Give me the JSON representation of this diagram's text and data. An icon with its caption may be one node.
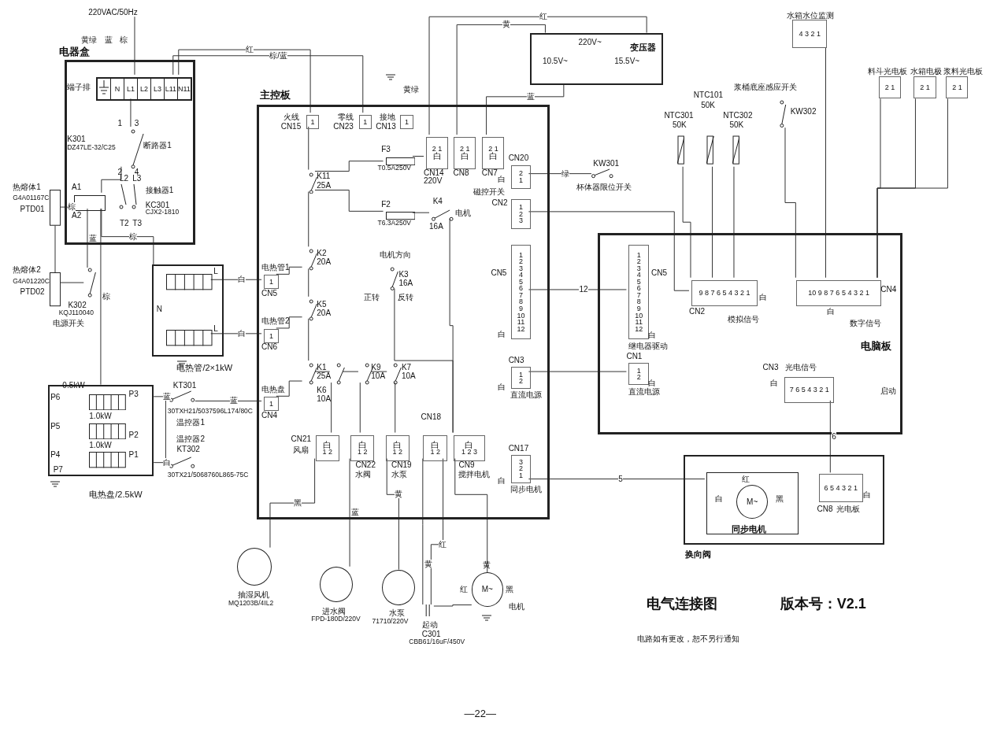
{
  "diagram": {
    "title": "电气连接图",
    "caption": "电路如有更改，恕不另行通知",
    "nodes": [
      {
        "text": [
          "电器盒"
        ]
      },
      {
        "text": [
          "N",
          "L1",
          "L2",
          "L3",
          "L11",
          "N11"
        ],
        "beside": [
          "端子排"
        ],
        "in": 0
      },
      {
        "text": [],
        "shape": "switch",
        "beside": [
          "K301",
          "DZ47LE-32/C25",
          "断路器1"
        ],
        "in": 0
      },
      {
        "text": [],
        "shape": "box",
        "beside": [
          "KC301",
          "CJX2-1810",
          "接触器1"
        ],
        "in": 0
      },
      {
        "text": [],
        "shape": "fuse",
        "beside": [
          "热熔体1",
          "G4A01167C",
          "PTD01"
        ]
      },
      {
        "text": [],
        "shape": "fuse",
        "beside": [
          "热熔体2",
          "G4A01220C",
          "PTD02"
        ]
      },
      {
        "text": [],
        "shape": "switch",
        "beside": [
          "K302",
          "KQJ110040",
          "电源开关"
        ]
      },
      {
        "text": [],
        "shape": "box",
        "beside": [
          "电热管/2×1kW"
        ]
      },
      {
        "text": [],
        "shape": "bar",
        "in": 7
      },
      {
        "text": [],
        "shape": "bar",
        "in": 7
      },
      {
        "text": [],
        "shape": "box",
        "beside": [
          "电热盘/2.5kW"
        ]
      },
      {
        "text": [],
        "shape": "bar",
        "in": 10
      },
      {
        "text": [],
        "shape": "bar",
        "in": 10
      },
      {
        "text": [],
        "shape": "bar",
        "in": 10
      },
      {
        "text": [],
        "shape": "switch",
        "beside": [
          "KT301",
          "30TXH21/5037596L174/80C",
          "温控器1"
        ]
      },
      {
        "text": [],
        "shape": "switch",
        "beside": [
          "温控器2",
          "KT302",
          "30TX21/5068760L865-75C"
        ]
      },
      {
        "text": [
          "主控板"
        ]
      },
      {
        "text": [
          "1"
        ],
        "beside": [
          "火线",
          "CN15"
        ],
        "in": 16
      },
      {
        "text": [
          "1"
        ],
        "beside": [
          "零线",
          "CN23"
        ],
        "in": 16
      },
      {
        "text": [
          "1"
        ],
        "beside": [
          "接地",
          "CN13"
        ],
        "in": 16
      },
      {
        "text": [
          "2 1",
          "白"
        ],
        "beside": [
          "CN14",
          "220V"
        ],
        "in": 16
      },
      {
        "text": [
          "2 1",
          "白"
        ],
        "beside": [
          "CN8"
        ],
        "in": 16
      },
      {
        "text": [
          "2 1",
          "白"
        ],
        "beside": [
          "CN7"
        ],
        "in": 16
      },
      {
        "text": [
          "2",
          "1"
        ],
        "beside": [
          "CN20",
          "白",
          "磁控开关"
        ],
        "in": 16
      },
      {
        "text": [
          "1",
          "2",
          "3"
        ],
        "beside": [
          "CN2"
        ],
        "in": 16
      },
      {
        "text": [
          "1",
          "2",
          "3",
          "4",
          "5",
          "6",
          "7",
          "8",
          "9",
          "10",
          "11",
          "12"
        ],
        "beside": [
          "CN5",
          "白"
        ],
        "in": 16
      },
      {
        "text": [
          "1",
          "2"
        ],
        "beside": [
          "CN3",
          "白",
          "直流电源"
        ],
        "in": 16
      },
      {
        "text": [
          "3",
          "2",
          "1"
        ],
        "beside": [
          "CN17",
          "白",
          "同步电机"
        ],
        "in": 16
      },
      {
        "text": [],
        "shape": "fuse",
        "beside": [
          "F3",
          "T0.5A250V"
        ],
        "in": 16
      },
      {
        "text": [],
        "shape": "fuse",
        "beside": [
          "F2",
          "T6.3A250V"
        ],
        "in": 16
      },
      {
        "text": [],
        "shape": "switch",
        "beside": [
          "K11",
          "25A"
        ],
        "in": 16
      },
      {
        "text": [],
        "shape": "switch",
        "beside": [
          "K2",
          "20A"
        ],
        "in": 16
      },
      {
        "text": [],
        "shape": "switch",
        "beside": [
          "K5",
          "20A"
        ],
        "in": 16
      },
      {
        "text": [],
        "shape": "switch",
        "beside": [
          "K1",
          "25A"
        ],
        "in": 16
      },
      {
        "text": [],
        "shape": "switch",
        "beside": [
          "K6",
          "10A"
        ],
        "in": 16
      },
      {
        "text": [],
        "shape": "switch",
        "beside": [
          "K9",
          "10A"
        ],
        "in": 16
      },
      {
        "text": [],
        "shape": "switch",
        "beside": [
          "K7",
          "10A"
        ],
        "in": 16
      },
      {
        "text": [],
        "shape": "switch",
        "beside": [
          "K4",
          "16A",
          "电机"
        ],
        "in": 16
      },
      {
        "text": [],
        "shape": "switch",
        "beside": [
          "电机方向",
          "K3",
          "16A",
          "正转",
          "反转"
        ],
        "in": 16
      },
      {
        "text": [
          "1"
        ],
        "beside": [
          "电热管1",
          "CN5"
        ],
        "in": 16
      },
      {
        "text": [
          "1"
        ],
        "beside": [
          "电热管2",
          "CN6"
        ],
        "in": 16
      },
      {
        "text": [
          "1"
        ],
        "beside": [
          "电热盘",
          "CN4"
        ],
        "in": 16
      },
      {
        "text": [
          "白",
          "1 2"
        ],
        "beside": [
          "CN21",
          "风扇"
        ],
        "in": 16
      },
      {
        "text": [
          "白",
          "1 2"
        ],
        "beside": [
          "CN22",
          "水阀"
        ],
        "in": 16
      },
      {
        "text": [
          "白",
          "1 2"
        ],
        "beside": [
          "CN19",
          "水泵"
        ],
        "in": 16
      },
      {
        "text": [
          "白",
          "1 2"
        ],
        "beside": [
          "CN18"
        ],
        "in": 16
      },
      {
        "text": [
          "白",
          "1 2 3"
        ],
        "beside": [
          "CN9",
          "搅拌电机"
        ],
        "in": 16
      },
      {
        "text": [
          "变压器"
        ]
      },
      {
        "text": [],
        "shape": "switch",
        "beside": [
          "KW301",
          "杯体器限位开关"
        ]
      },
      {
        "text": [],
        "shape": "resistor",
        "beside": [
          "NTC301",
          "50K"
        ]
      },
      {
        "text": [],
        "shape": "resistor",
        "beside": [
          "NTC101",
          "50K"
        ]
      },
      {
        "text": [],
        "shape": "resistor",
        "beside": [
          "NTC302",
          "50K"
        ]
      },
      {
        "text": [],
        "shape": "switch",
        "beside": [
          "KW302",
          "浆桶底座感应开关"
        ]
      },
      {
        "text": [
          "4 3 2 1"
        ],
        "beside": [
          "水箱水位监测"
        ]
      },
      {
        "text": [
          "2 1"
        ],
        "beside": [
          "料斗光电板"
        ]
      },
      {
        "text": [
          "2 1"
        ],
        "beside": [
          "水箱电极"
        ]
      },
      {
        "text": [
          "2 1"
        ],
        "beside": [
          "浆料光电板"
        ]
      },
      {
        "text": [
          "电脑板"
        ]
      },
      {
        "text": [
          "1",
          "2",
          "3",
          "4",
          "5",
          "6",
          "7",
          "8",
          "9",
          "10",
          "11",
          "12"
        ],
        "beside": [
          "CN5",
          "白",
          "继电器驱动"
        ],
        "in": 57
      },
      {
        "text": [
          "1",
          "2"
        ],
        "beside": [
          "CN1",
          "白",
          "直流电源"
        ],
        "in": 57
      },
      {
        "text": [
          "9 8 7 6 5 4 3 2 1"
        ],
        "beside": [
          "CN2",
          "白",
          "模拟信号"
        ],
        "in": 57
      },
      {
        "text": [
          "10 9 8 7 6 5 4 3 2 1"
        ],
        "beside": [
          "白",
          "CN4",
          "数字信号"
        ],
        "in": 57
      },
      {
        "text": [
          "7 6 5 4 3 2 1"
        ],
        "beside": [
          "CN3",
          "光电信号",
          "白"
        ],
        "in": 57
      },
      {
        "text": [
          "换向阀"
        ]
      },
      {
        "text": [
          "同步电机"
        ],
        "in": 63
      },
      {
        "text": [
          "M~"
        ],
        "beside": [
          "红",
          "白",
          "黑"
        ],
        "in": 64
      },
      {
        "text": [
          "6 5 4 3 2 1"
        ],
        "beside": [
          "白",
          "CN8",
          "光电板"
        ],
        "in": 63
      },
      {
        "text": [],
        "shape": "circle",
        "beside": [
          "抽湿风机",
          "MQ1203B/4IL2"
        ]
      },
      {
        "text": [],
        "shape": "circle",
        "beside": [
          "进水阀",
          "FPD-180D/220V"
        ]
      },
      {
        "text": [],
        "shape": "circle",
        "beside": [
          "水泵",
          "71710/220V"
        ]
      },
      {
        "text": [],
        "shape": "capacitor",
        "beside": [
          "起动",
          "C301",
          "CBB61/16uF/450V"
        ]
      },
      {
        "text": [
          "M~"
        ],
        "beside": [
          "电机",
          "黄",
          "红",
          "黑"
        ]
      },
      {
        "text": [
          "220VAC/50Hz"
        ]
      }
    ],
    "edges": [
      {
        "from": 72,
        "to": 1,
        "arrow": "none"
      },
      {
        "from": 1,
        "to": 2,
        "arrow": "none"
      },
      {
        "from": 2,
        "to": 3,
        "arrow": "none"
      },
      {
        "from": 3,
        "to": 4,
        "arrow": "none",
        "label": "棕"
      },
      {
        "from": 4,
        "to": 5,
        "arrow": "none"
      },
      {
        "from": 5,
        "to": 6,
        "arrow": "none"
      },
      {
        "from": 6,
        "to": 3,
        "arrow": "none",
        "label": "蓝"
      },
      {
        "from": 1,
        "to": 17,
        "arrow": "none",
        "label": "红"
      },
      {
        "from": 1,
        "to": 18,
        "arrow": "none",
        "label": "棕/蓝"
      },
      {
        "from": 3,
        "to": 7,
        "arrow": "none",
        "label": "棕"
      },
      {
        "from": 3,
        "to": 10,
        "arrow": "none",
        "label": "棕"
      },
      {
        "from": 8,
        "to": 39,
        "arrow": "none",
        "label": "白"
      },
      {
        "from": 9,
        "to": 40,
        "arrow": "none",
        "label": "白"
      },
      {
        "from": 10,
        "to": 14,
        "arrow": "none",
        "label": "蓝"
      },
      {
        "from": 14,
        "to": 41,
        "arrow": "none",
        "label": "蓝"
      },
      {
        "from": 10,
        "to": 15,
        "arrow": "none",
        "label": "白"
      },
      {
        "from": 15,
        "to": 14,
        "arrow": "none"
      },
      {
        "from": 20,
        "to": 47,
        "arrow": "none",
        "label": "红"
      },
      {
        "from": 21,
        "to": 47,
        "arrow": "none",
        "label": "黄"
      },
      {
        "from": 22,
        "to": 47,
        "arrow": "none",
        "label": "蓝"
      },
      {
        "from": 23,
        "to": 48,
        "arrow": "none",
        "label": "绿"
      },
      {
        "from": 24,
        "to": 60,
        "arrow": "none"
      },
      {
        "from": 25,
        "to": 58,
        "arrow": "none",
        "label": "12"
      },
      {
        "from": 26,
        "to": 59,
        "arrow": "none"
      },
      {
        "from": 27,
        "to": 64,
        "arrow": "none",
        "label": "5"
      },
      {
        "from": 62,
        "to": 66,
        "arrow": "none",
        "label": "6"
      },
      {
        "from": 49,
        "to": 60,
        "arrow": "none"
      },
      {
        "from": 50,
        "to": 60,
        "arrow": "none"
      },
      {
        "from": 51,
        "to": 60,
        "arrow": "none"
      },
      {
        "from": 52,
        "to": 61,
        "arrow": "none"
      },
      {
        "from": 53,
        "to": 61,
        "arrow": "none"
      },
      {
        "from": 54,
        "to": 61,
        "arrow": "none"
      },
      {
        "from": 55,
        "to": 61,
        "arrow": "none"
      },
      {
        "from": 56,
        "to": 61,
        "arrow": "none"
      },
      {
        "from": 42,
        "to": 67,
        "arrow": "none",
        "label": "黑"
      },
      {
        "from": 43,
        "to": 68,
        "arrow": "none",
        "label": "蓝"
      },
      {
        "from": 44,
        "to": 69,
        "arrow": "none",
        "label": "黄"
      },
      {
        "from": 45,
        "to": 70,
        "arrow": "none",
        "label": "黄"
      },
      {
        "from": 45,
        "to": 70,
        "arrow": "none",
        "label": "红"
      },
      {
        "from": 46,
        "to": 71,
        "arrow": "none"
      },
      {
        "from": 17,
        "to": 30,
        "arrow": "none"
      },
      {
        "from": 30,
        "to": 28,
        "arrow": "none"
      },
      {
        "from": 28,
        "to": 20,
        "arrow": "none"
      },
      {
        "from": 30,
        "to": 29,
        "arrow": "none"
      },
      {
        "from": 29,
        "to": 37,
        "arrow": "none"
      },
      {
        "from": 37,
        "to": 46,
        "arrow": "none"
      },
      {
        "from": 38,
        "to": 46,
        "arrow": "none"
      },
      {
        "from": 30,
        "to": 31,
        "arrow": "none"
      },
      {
        "from": 31,
        "to": 39,
        "arrow": "none"
      },
      {
        "from": 31,
        "to": 32,
        "arrow": "none"
      },
      {
        "from": 32,
        "to": 40,
        "arrow": "none"
      },
      {
        "from": 32,
        "to": 33,
        "arrow": "none"
      },
      {
        "from": 33,
        "to": 41,
        "arrow": "none"
      },
      {
        "from": 33,
        "to": 34,
        "arrow": "none"
      },
      {
        "from": 34,
        "to": 35,
        "arrow": "none"
      },
      {
        "from": 35,
        "to": 36,
        "arrow": "none"
      },
      {
        "from": 34,
        "to": 42,
        "arrow": "none"
      },
      {
        "from": 35,
        "to": 43,
        "arrow": "none"
      },
      {
        "from": 36,
        "to": 44,
        "arrow": "none"
      },
      {
        "from": 70,
        "to": 71,
        "arrow": "none"
      }
    ],
    "labels": [
      "黄绿",
      "蓝",
      "棕",
      "1",
      "3",
      "2",
      "4",
      "A1",
      "L2",
      "L3",
      "A2",
      "T2",
      "T3",
      "L",
      "N",
      "L",
      "0.5kW",
      "P6",
      "P3",
      "1.0kW",
      "P5",
      "P2",
      "1.0kW",
      "P4",
      "P1",
      "P7",
      "黄绿",
      "220V~",
      "10.5V~",
      "15.5V~",
      "启动",
      "版本号：V2.1",
      "—22—"
    ]
  }
}
